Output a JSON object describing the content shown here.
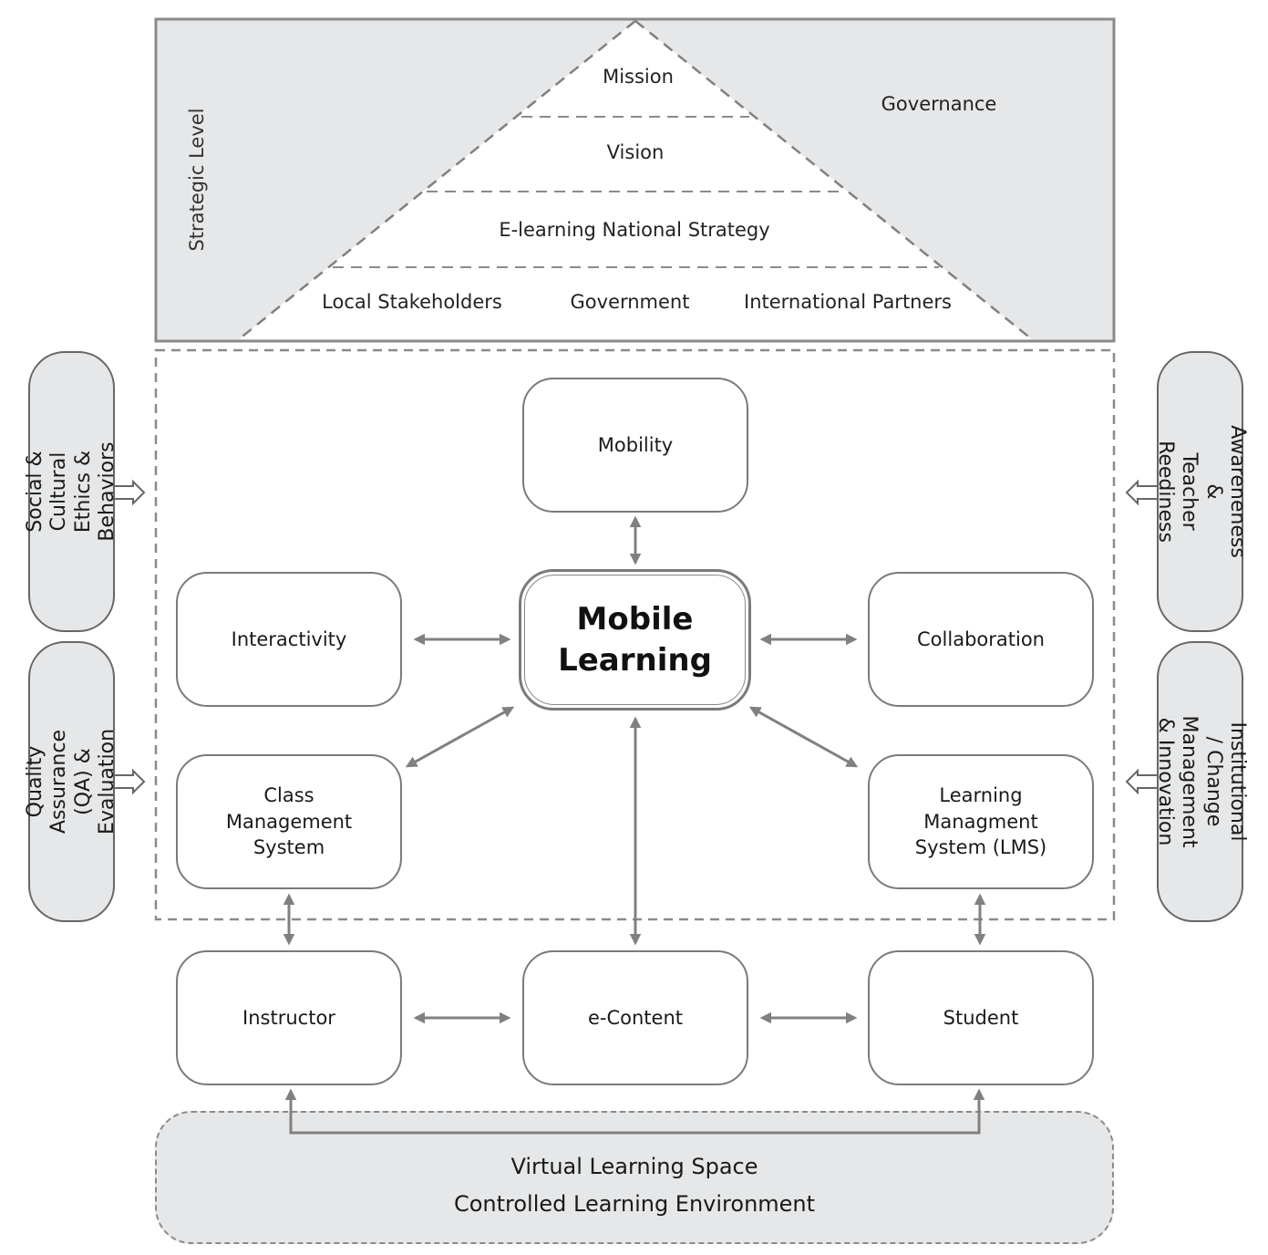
{
  "strategic": {
    "side_label": "Strategic Level",
    "governance": "Governance",
    "pyramid": {
      "levels": [
        "Mission",
        "Vision",
        "E-learning National Strategy"
      ],
      "base": [
        "Local Stakeholders",
        "Government",
        "International Partners"
      ]
    }
  },
  "center": {
    "label": "Mobile\nLearning"
  },
  "nodes": {
    "mobility": "Mobility",
    "interactivity": "Interactivity",
    "collaboration": "Collaboration",
    "class_management": "Class\nManagement\nSystem",
    "lms": "Learning\nManagment\nSystem (LMS)",
    "instructor": "Instructor",
    "econtent": "e-Content",
    "student": "Student"
  },
  "side_factors": {
    "left": [
      "Social & Cultural\nEthics & Behaviors",
      "Quality Assurance\n(QA) & Evaluation"
    ],
    "right": [
      "Awareneness &\nTeacher Reediness",
      "Institutional / Change\nManagement & Innovation"
    ]
  },
  "environment": {
    "line1": "Virtual Learning Space",
    "line2": "Controlled Learning Environment"
  },
  "colors": {
    "panel_fill": "#e6e7e8",
    "stroke": "#7a7a7a",
    "arrow": "#808080",
    "text": "#1a1a1a"
  }
}
